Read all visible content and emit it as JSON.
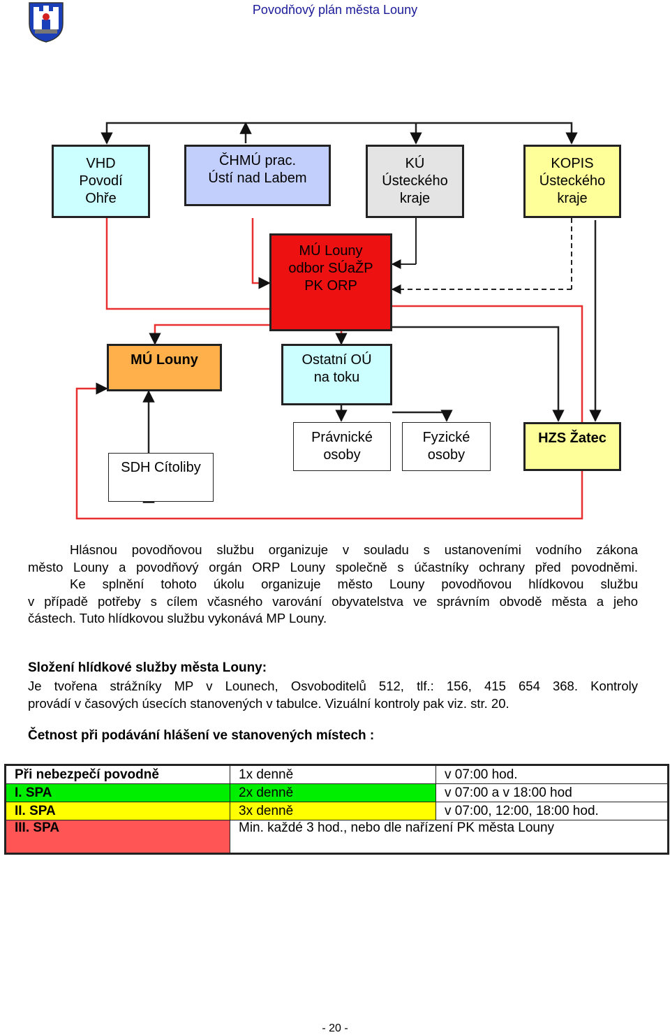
{
  "header": {
    "title": "Povodňový plán města Louny",
    "crest": "louny-city-crest"
  },
  "diagram": {
    "vhd": "VHD\nPovodí\nOhře",
    "chmu": "ČHMÚ prac.\nÚstí nad Labem",
    "ku": "KÚ\nÚsteckého\nkraje",
    "kopis": "KOPIS\nÚsteckého\nkraje",
    "mu_odbor": "MÚ Louny\nodbor SÚaŽP\nPK ORP",
    "mu_louny": "MÚ Louny",
    "ostatni": "Ostatní OÚ\nna toku",
    "sdh": "SDH Cítoliby",
    "pravnicke": "Právnické\nosoby",
    "fyzicke": "Fyzické\nosoby",
    "hzs": "HZS Žatec",
    "colors": {
      "vhd": "#ccffff",
      "chmu": "#c2cffc",
      "ku": "#e4e4e4",
      "kopis": "#ffff99",
      "mu_odbor": "#ee1111",
      "mu_louny": "#ffb04a",
      "ostatni": "#ccffff",
      "hzs": "#ffff99",
      "line": "#e83030"
    }
  },
  "body": {
    "p1_lines": [
      "Hlásnou povodňovou službu organizuje v souladu s ustanoveními vodního zákona",
      "město Louny a povodňový orgán ORP Louny společně s účastníky ochrany před povodněmi.",
      "Ke splnění tohoto úkolu organizuje město Louny povodňovou hlídkovou službu",
      "v případě potřeby s cílem včasného varování obyvatelstva ve správním obvodě města a jeho",
      "částech. Tuto hlídkovou službu vykonává MP Louny."
    ],
    "heading1": "Složení hlídkové služby města Louny:",
    "p2_lines": [
      "Je tvořena strážníky MP v Lounech, Osvoboditelů 512, tlf.: 156, 415 654 368. Kontroly",
      "provádí v časových úsecích stanovených v tabulce. Vizuální kontroly pak viz. str. 20."
    ],
    "heading2": "Četnost při podávání hlášení ve stanovených místech :"
  },
  "table": {
    "rows": [
      {
        "label": "Při nebezpečí povodně",
        "freq": "1x denně",
        "time": "v 07:00 hod.",
        "color": "#ffffff"
      },
      {
        "label": "I. SPA",
        "freq": "2x denně",
        "time": "v 07:00 a v 18:00 hod",
        "color": "#00ee00"
      },
      {
        "label": "II. SPA",
        "freq": "3x denně",
        "time": "v 07:00, 12:00, 18:00 hod.",
        "color": "#ffff00"
      },
      {
        "label": "III. SPA",
        "freq": "Min. každé 3 hod., nebo dle nařízení PK města Louny",
        "time": "",
        "color": "#ff5555"
      }
    ]
  },
  "footer": {
    "page": "- 20 -"
  }
}
